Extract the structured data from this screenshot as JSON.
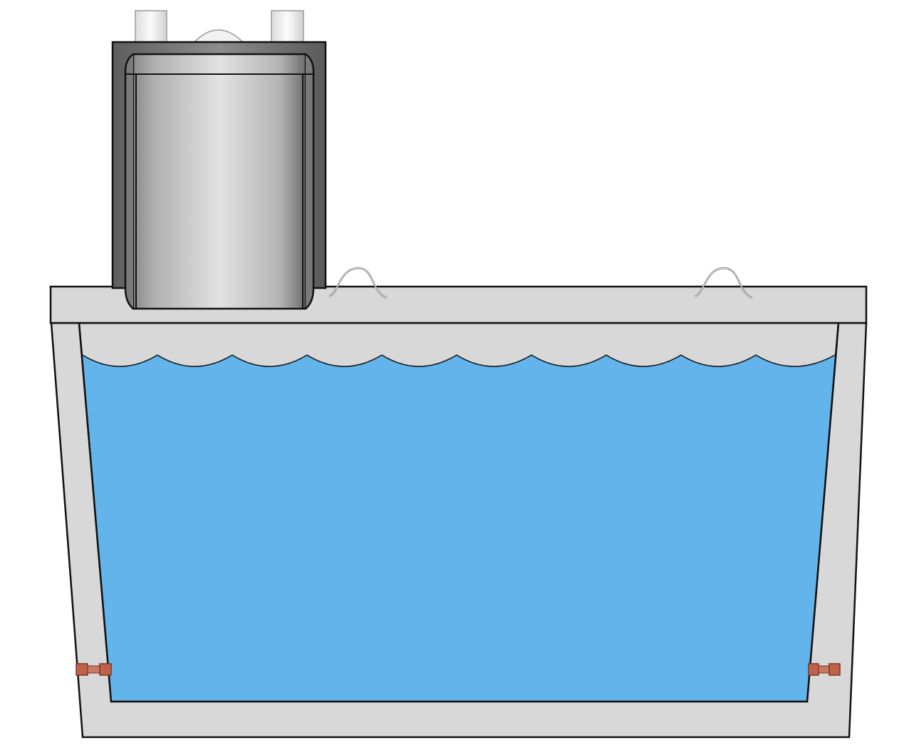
{
  "colors": {
    "background": "#ffffff",
    "tank_wall": "#d8d8d8",
    "outline": "#111111",
    "water": "#63b4eb",
    "fitting": "#c0624a",
    "fitting_dark": "#7a3426",
    "cylinder_light": "#e4e4e4",
    "cylinder_mid": "#b8b8b8",
    "cylinder_dark": "#707070",
    "pipe": "#f2f2f2",
    "handle": "#9a9a9a"
  },
  "icons": {
    "tank": "tapered-tank",
    "lid": "tank-lid",
    "water": "water-body",
    "unit": "cylinder-unit",
    "pipe": "vertical-pipe",
    "handle": "wire-handle",
    "fitting": "pipe-fitting"
  }
}
